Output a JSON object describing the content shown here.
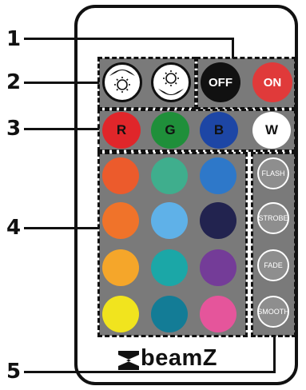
{
  "callouts": [
    "1",
    "2",
    "3",
    "4",
    "5"
  ],
  "power": {
    "off_label": "OFF",
    "on_label": "ON"
  },
  "rgbw": [
    {
      "label": "R",
      "color": "#e0262a"
    },
    {
      "label": "G",
      "color": "#1f8f3a"
    },
    {
      "label": "B",
      "color": "#1d46a5"
    },
    {
      "label": "W",
      "color": "#ffffff"
    }
  ],
  "color_grid": [
    [
      "#ec5b2c",
      "#3fae8d",
      "#2e78c9"
    ],
    [
      "#f0732a",
      "#5fb1e8",
      "#22234f"
    ],
    [
      "#f5a62a",
      "#1ba7a7",
      "#743c98"
    ],
    [
      "#f1e41e",
      "#137c96",
      "#e5559b"
    ]
  ],
  "modes": [
    "FLASH",
    "STROBE",
    "FADE",
    "SMOOTH"
  ],
  "brand": {
    "name": "beamZ"
  }
}
